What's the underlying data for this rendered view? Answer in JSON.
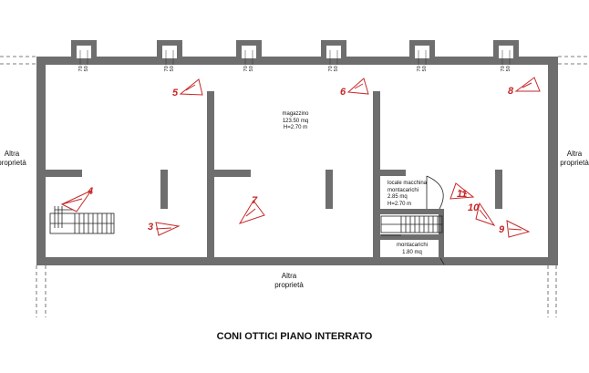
{
  "title": "CONI OTTICI PIANO INTERRATO",
  "labels": {
    "altra_left": "Altra\nproprietà",
    "altra_right": "Altra\nproprietà",
    "altra_bottom": "Altra\nproprietà",
    "magazzino": "magazzino\n123.50 mq\nH=2.70 m",
    "locale": "locale macchina\nmontacarichi\n2.85 mq\nH=2.70 m",
    "montacarichi": "montacarichi\n1.80 mq"
  },
  "window_dims": [
    "70\n50",
    "70\n50",
    "70\n50",
    "70\n50",
    "70\n50",
    "70\n50"
  ],
  "cones": [
    "3",
    "4",
    "5",
    "6",
    "7",
    "8",
    "9",
    "10",
    "11"
  ],
  "colors": {
    "wall": "#6e6e6e",
    "cone": "#c62828",
    "line": "#222222"
  }
}
